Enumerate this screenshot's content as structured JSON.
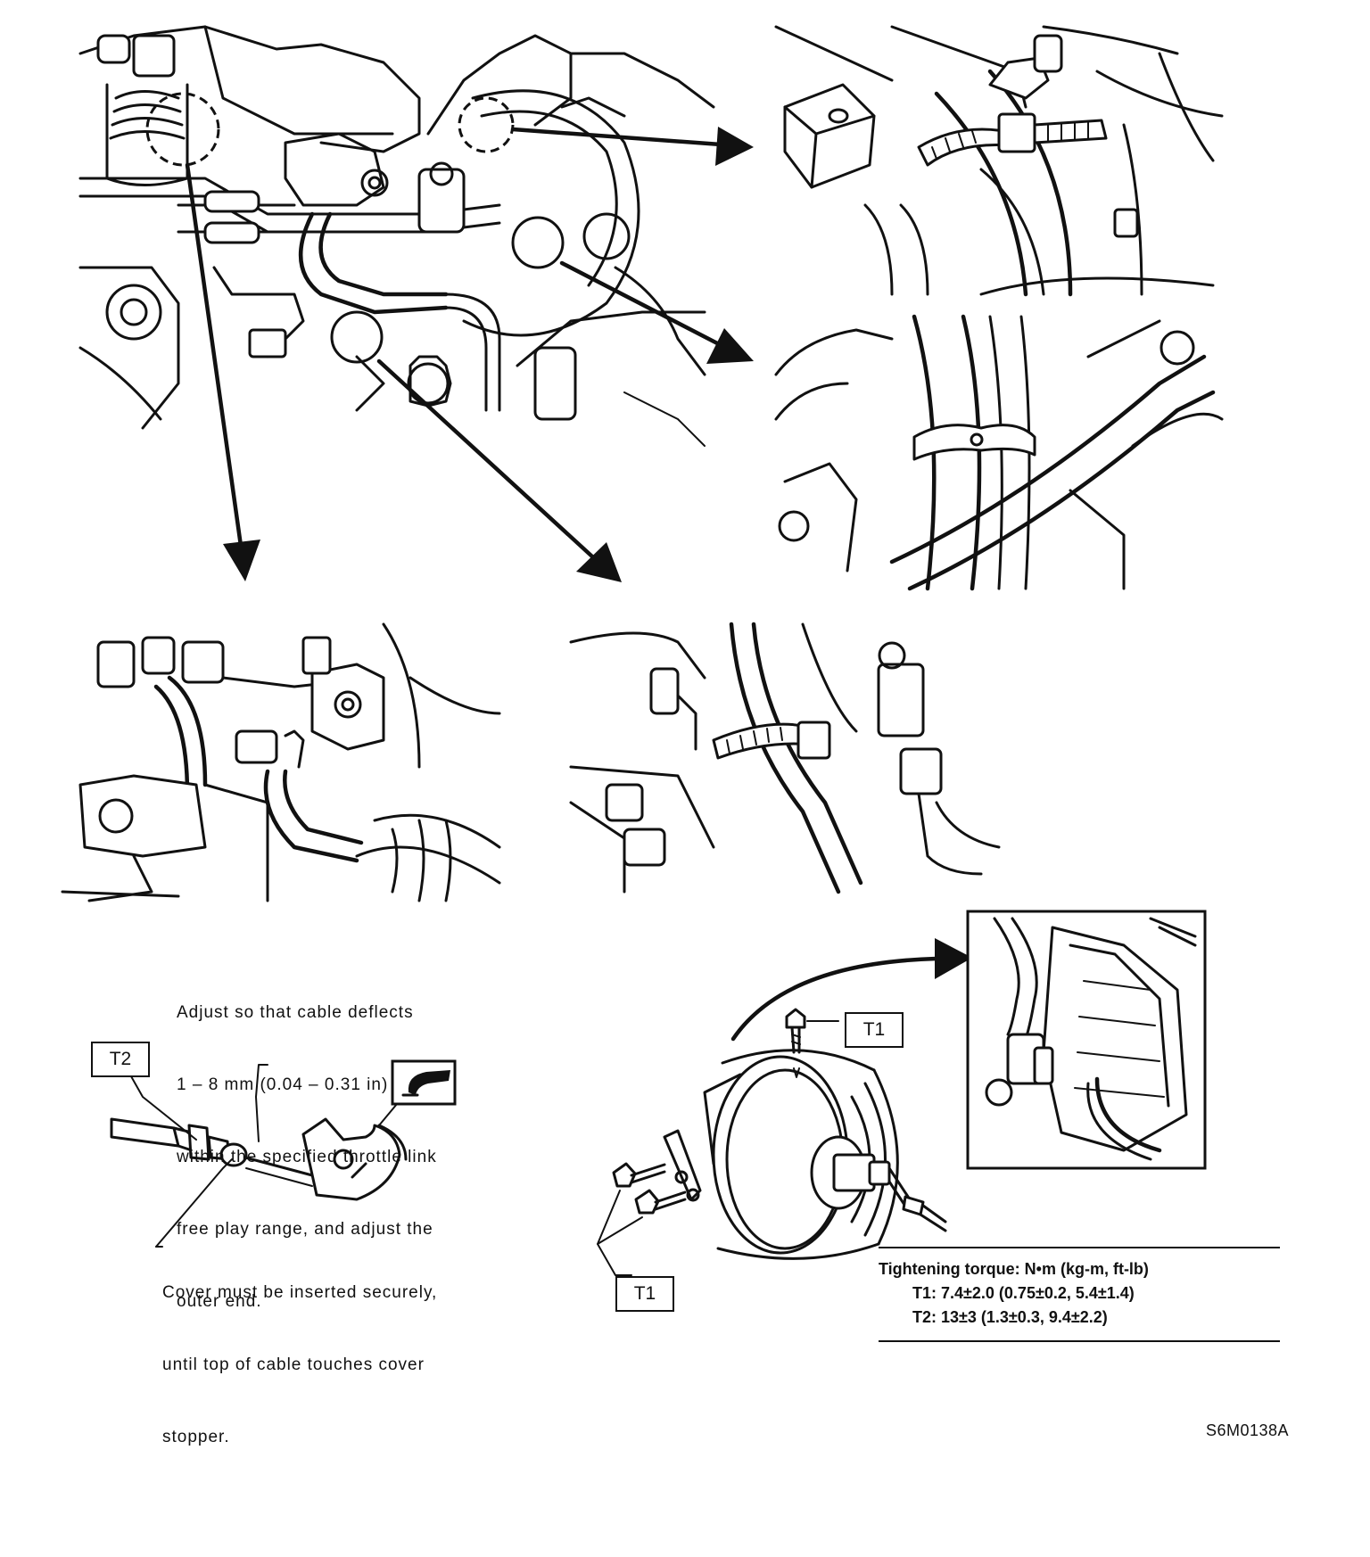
{
  "notes": {
    "adjust_lines": [
      "Adjust so that cable deflects",
      "1 – 8 mm (0.04 – 0.31 in)",
      "within the specified throttle link",
      "free play range, and adjust the",
      "outer end."
    ],
    "cover_lines": [
      "Cover must be inserted securely,",
      "until top of cable touches cover",
      "stopper."
    ]
  },
  "labels": {
    "t1_upper": "T1",
    "t1_lower": "T1",
    "t2": "T2"
  },
  "torque": {
    "title": "Tightening torque: N•m (kg-m, ft-lb)",
    "t1": "T1: 7.4±2.0 (0.75±0.2, 5.4±1.4)",
    "t2": "T2: 13±3 (1.3±0.3, 9.4±2.2)"
  },
  "figure_code": "S6M0138A",
  "icons": {
    "grease": "grease-application-icon"
  }
}
